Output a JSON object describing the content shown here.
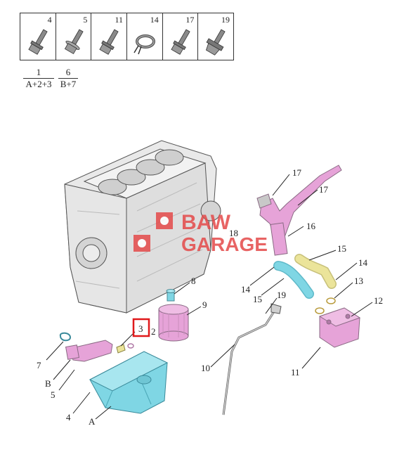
{
  "legend": {
    "cells": [
      {
        "num": "4",
        "icon": "flange-bolt-icon"
      },
      {
        "num": "5",
        "icon": "bolt-with-washer-icon"
      },
      {
        "num": "11",
        "icon": "flange-bolt-icon"
      },
      {
        "num": "14",
        "icon": "hose-clamp-icon"
      },
      {
        "num": "17",
        "icon": "flange-bolt-icon"
      },
      {
        "num": "19",
        "icon": "hex-flange-bolt-icon"
      }
    ],
    "fractions": [
      {
        "top": "1",
        "bottom": "A+2+3"
      },
      {
        "top": "6",
        "bottom": "B+7"
      }
    ]
  },
  "callouts": {
    "l17a": "17",
    "l17b": "17",
    "l16": "16",
    "l18": "18",
    "l15a": "15",
    "l14a": "14",
    "l14b": "14",
    "l15b": "15",
    "l19": "19",
    "l13": "13",
    "l12": "12",
    "l8": "8",
    "l9": "9",
    "l3": "3",
    "l2": "2",
    "l7": "7",
    "lB": "B",
    "l5": "5",
    "l4": "4",
    "lA": "A",
    "l10": "10",
    "l11": "11"
  },
  "watermark": {
    "line1": "BAW",
    "line2": "GARAGE"
  },
  "colors": {
    "pink": "#e6a3d8",
    "cyan": "#7fd6e4",
    "yellow": "#ebe49a",
    "highlight": "#e0191b",
    "watermark": "#e44a4a",
    "block": "#e9e9e9"
  }
}
